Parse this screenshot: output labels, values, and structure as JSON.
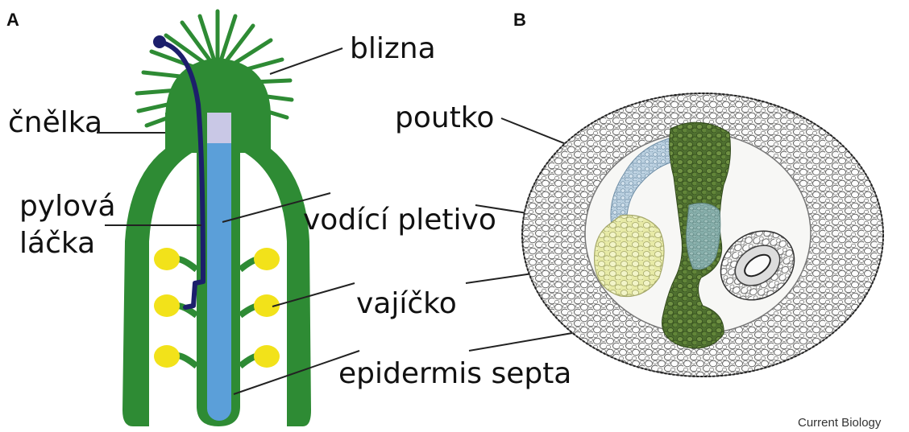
{
  "figure": {
    "panel_a": "A",
    "panel_b": "B",
    "credit": "Current Biology"
  },
  "labels_a": {
    "blizna": "blizna",
    "cnelka": "čnělka",
    "pylova": "pylová",
    "lacka": "láčka",
    "vodici_pletivo": "vodící pletivo",
    "vajicko": "vajíčko",
    "epidermis_septa": "epidermis septa"
  },
  "labels_b": {
    "poutko": "poutko"
  },
  "colors": {
    "pistil_green": "#2e8b34",
    "transmitting_tract_blue": "#5b9fd9",
    "pollen_tube_navy": "#1c1f6b",
    "ovule_yellow": "#f2e21a",
    "stigma_top_lavender": "#c9c8e6",
    "septum_green": "#6b8a3a",
    "funiculus_blue": "#a9c3d6",
    "ovule_b_yellow": "#eef0b5",
    "tract_b_teal": "#7fa9a6"
  }
}
